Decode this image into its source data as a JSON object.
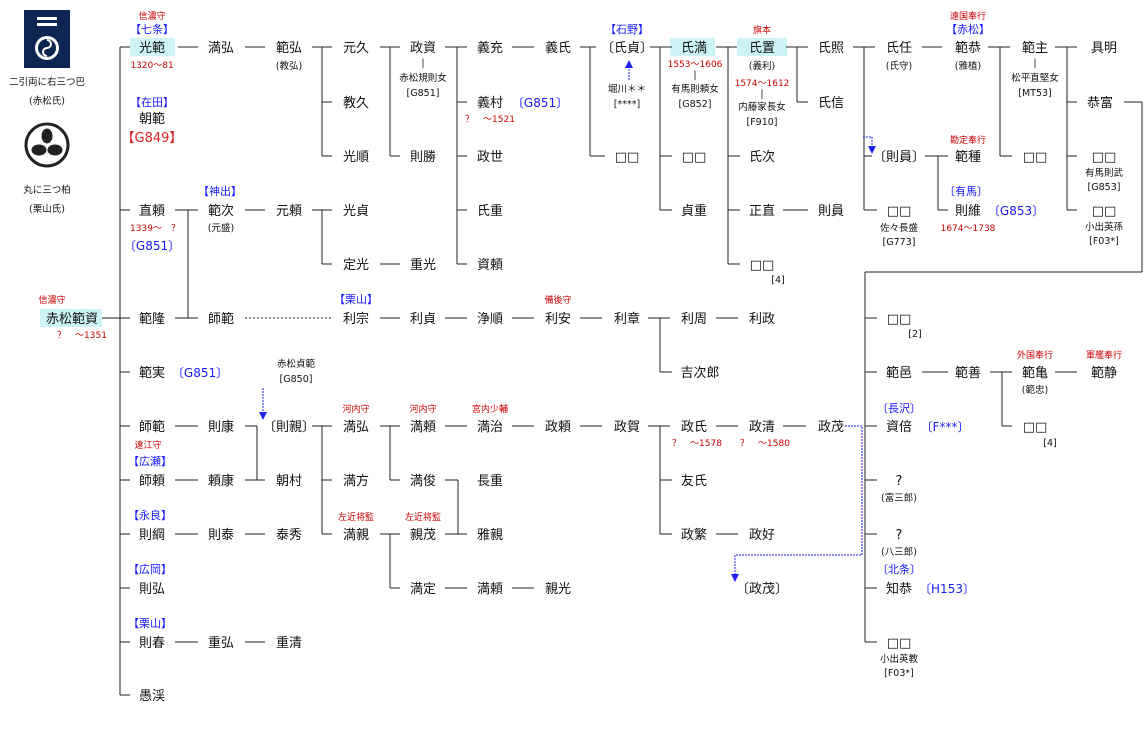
{
  "crest_labels": {
    "akamatsu": "二引両に右三つ巴",
    "akamatsu_clan": "(赤松氏)",
    "kuriyama": "丸に三つ柏",
    "kuriyama_clan": "(栗山氏)"
  },
  "nodes": {
    "akamatsu_noritsuke": "赤松範資",
    "noritaka": "範隆",
    "morinori": "師範",
    "rishu": "利宗",
    "ritei": "利貞",
    "jouju": "浄順",
    "rian": "利安",
    "risho": "利章",
    "rishuu": "利周",
    "risei": "利政",
    "kichijiro": "吉次郎",
    "mitsunori": "光範",
    "mitsuhiro": "満弘",
    "norihiro": "範弘",
    "genkyu": "元久",
    "masasuke": "政資",
    "yoshimitsu": "義充",
    "yoshiuji": "義氏",
    "ujisada": "〔氏貞〕",
    "ujimitsu": "氏満",
    "ujioki": "氏置",
    "ujiteru": "氏照",
    "ujitada": "氏任",
    "norinobu": "範恭",
    "norinushi": "範主",
    "guemei": "具明",
    "kyofu": "恭富",
    "norihisa": "教久",
    "yoshimura": "義村",
    "mitsujun": "光順",
    "norikatsu": "則勝",
    "masayo": "政世",
    "bl_uj": "□□",
    "bl_um": "□□",
    "ujitsugu": "氏次",
    "ujinobu": "氏信",
    "norikazu": "〔則員〕",
    "noritane": "範種",
    "bl_nn": "□□",
    "bl_kf1": "□□",
    "bl_kf2": "□□",
    "sadashige": "貞重",
    "masanao": "正直",
    "norikazu2": "則員",
    "bl_sasa": "□□",
    "noritsuna": "則維",
    "ujishige": "氏重",
    "sukenori": "資頼",
    "bl_ui": "□□",
    "asanori": "朝範",
    "naoyori": "直頼",
    "noritsugu": "範次",
    "motoyori": "元頼",
    "mitsusada": "光貞",
    "sadamitsu": "定光",
    "shigemitsu": "重光",
    "norizane": "範実",
    "morinori2": "師範",
    "norikoshi": "則康",
    "norichika": "〔則親〕",
    "mitsuhiro2": "満弘",
    "mitsuyori": "満頼",
    "mitsuji": "満治",
    "masayori": "政頼",
    "masaga": "政賀",
    "masauji": "政氏",
    "masakiyo": "政清",
    "masashige": "政茂",
    "moroyori": "師頼",
    "yoriyasu": "頼康",
    "asamura": "朝村",
    "mitsukata": "満方",
    "mitsutoshi": "満俊",
    "nagashige": "長重",
    "tomouji": "友氏",
    "norimasa": "則綱",
    "noriyasu": "則泰",
    "yasuhide": "泰秀",
    "mitsuchika": "満親",
    "chikashige": "親茂",
    "masachika": "雅親",
    "masashige2": "政繁",
    "masayoshi": "政好",
    "masashige3": "〔政茂〕",
    "norihiro2": "則弘",
    "mitsusada2": "満定",
    "mitsuyori2": "満頼",
    "chikamitsu": "親光",
    "noriharu": "則春",
    "shigehiro": "重弘",
    "shigekiyo": "重清",
    "gukei": "愚渓",
    "bl_r1": "□□",
    "noriyu": "範邑",
    "norizen": "範善",
    "norikame": "範亀",
    "norishizu": "範静",
    "bl_r2": "□□",
    "sukebai": "資倍",
    "q1": "?",
    "q2": "?",
    "tomoyasu": "知恭",
    "bl_r3": "□□"
  },
  "notes": {
    "kyonin": "(教弘)",
    "motomori": "(元盛)",
    "giri": "(義利)",
    "ujimori": "(氏守)",
    "gashoku": "(雅植)",
    "noritada": "(範忠)",
    "tomisaburo": "(富三郎)",
    "hassaburo": "(八三郎)",
    "horikawa": "堀川＊＊",
    "horikawa_code": "[****]",
    "akamatsu_shojo": "赤松規則女",
    "akamatsu_shojo_code": "[G851]",
    "arima_norinori_jo": "有馬則頼女",
    "arima_code": "[G852]",
    "naito_jo": "内藤家長女",
    "naito_code": "[F910]",
    "matsudaira_jo": "松平直堅女",
    "matsudaira_code": "[MT53]",
    "arima_norit": "有馬則武",
    "arima_norit_code": "[G853]",
    "koide_1": "小出英孫",
    "koide_1_code": "[F03*]",
    "sasa": "佐々長盛",
    "sasa_code": "[G773]",
    "sadanori": "赤松貞範",
    "sadanori_code": "[G850]",
    "koide_2": "小出英教",
    "koide_2_code": "[F03*]",
    "n4a": "[4]",
    "n2": "[2]",
    "n4b": "[4]"
  },
  "branches": {
    "shichijo": "【七条】",
    "zaita": "【在田】",
    "kande": "【神出】",
    "kuriyama1": "【栗山】",
    "ishino": "【石野】",
    "akamatsu": "【赤松】",
    "arima": "〔有馬〕",
    "hirose": "【広瀬】",
    "nagara": "【永良】",
    "hiraoka": "【広岡】",
    "kuriyama2": "【栗山】",
    "nagasawa": "〔長沢〕",
    "hojo": "〔北条〕"
  },
  "titles": {
    "shinano1": "信濃守",
    "shinano2": "信濃守",
    "hatamoto": "旗本",
    "ongoku": "遠国奉行",
    "kanjo": "勘定奉行",
    "bingo": "備後守",
    "kawachi1": "河内守",
    "kawachi2": "河内守",
    "kunai": "宮内少輔",
    "totomi": "遠江守",
    "sakon1": "左近将監",
    "sakon2": "左近将監",
    "gaikoku": "外国奉行",
    "gunkan": "軍艦奉行"
  },
  "dates": {
    "mitsunori": "1320～81",
    "noritsuke": "？　～1351",
    "naoyori": "1339～　？",
    "yoshimura": "？　～1521",
    "ujimitsu": "1553～1606",
    "ujioki": "1574～1612",
    "noritsuna": "1674～1738",
    "masauji": "？　～1578",
    "masakiyo": "？　～1580"
  },
  "codes": {
    "asanori": "【G849】",
    "naoyori": "〔G851〕",
    "yoshimura": "〔G851〕",
    "norizane": "〔G851〕",
    "noritsuna": "〔G853〕",
    "sukebai": "〔F***〕",
    "tomoyasu": "〔H153〕"
  }
}
